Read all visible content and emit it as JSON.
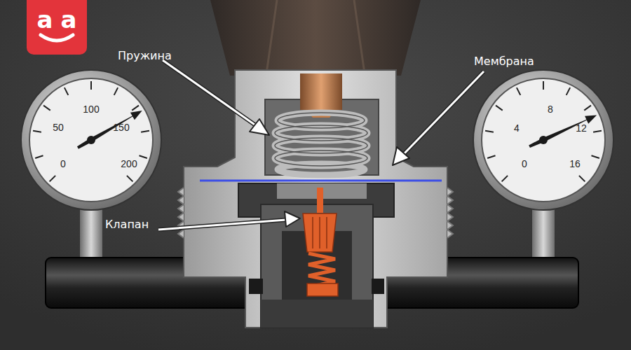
{
  "diagram": {
    "labels": [
      "a",
      "a",
      "Пружина",
      "Мембрана",
      "Клапан",
      "0",
      "50",
      "100",
      "150",
      "200",
      "0",
      "4",
      "8",
      "12",
      "16"
    ]
  }
}
